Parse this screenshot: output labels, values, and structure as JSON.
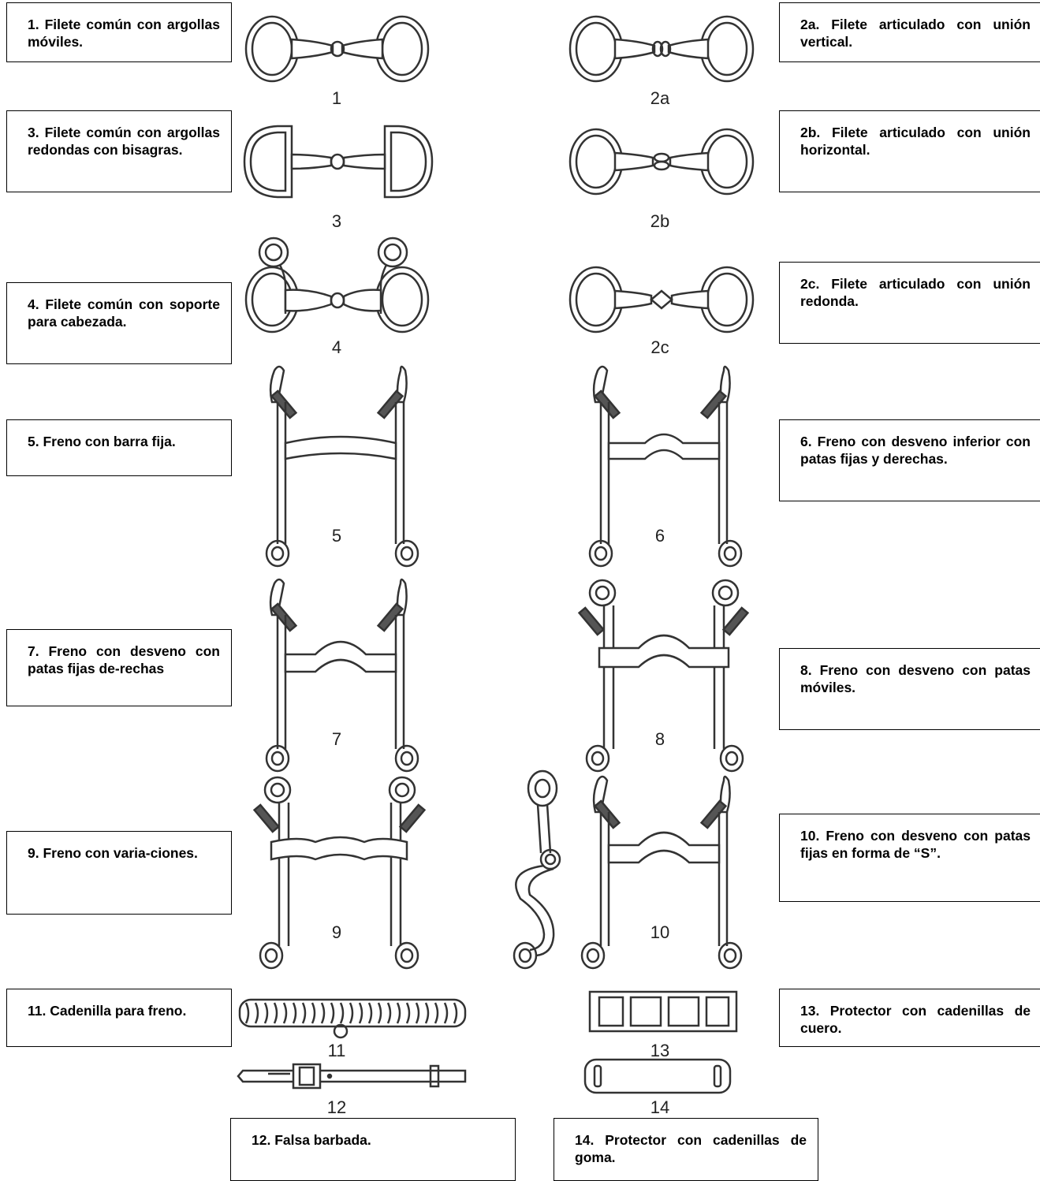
{
  "captions": {
    "c1": "1. Filete común con argollas móviles.",
    "c3": "3. Filete común con argollas redondas con bisagras.",
    "c4": "4. Filete común con soporte para cabezada.",
    "c5": "5. Freno con barra fija.",
    "c7": "7. Freno con desveno con patas fijas de-rechas",
    "c9": "9. Freno con varia-ciones.",
    "c11": "11. Cadenilla para freno.",
    "c12": "12. Falsa barbada.",
    "c2a": "2a. Filete articulado con unión vertical.",
    "c2b": "2b. Filete articulado con unión horizontal.",
    "c2c": "2c. Filete articulado con unión redonda.",
    "c6": "6. Freno con desveno inferior con patas fijas y derechas.",
    "c8": "8. Freno con desveno con patas móviles.",
    "c10": "10. Freno con desveno con patas fijas en forma de “S”.",
    "c13": "13. Protector con cadenillas de cuero.",
    "c14": "14. Protector con cadenillas de goma."
  },
  "numbers": {
    "n1": "1",
    "n2a": "2a",
    "n3": "3",
    "n2b": "2b",
    "n4": "4",
    "n2c": "2c",
    "n5": "5",
    "n6": "6",
    "n7": "7",
    "n8": "8",
    "n9": "9",
    "n10": "10",
    "n11": "11",
    "n12": "12",
    "n13": "13",
    "n14": "14"
  }
}
